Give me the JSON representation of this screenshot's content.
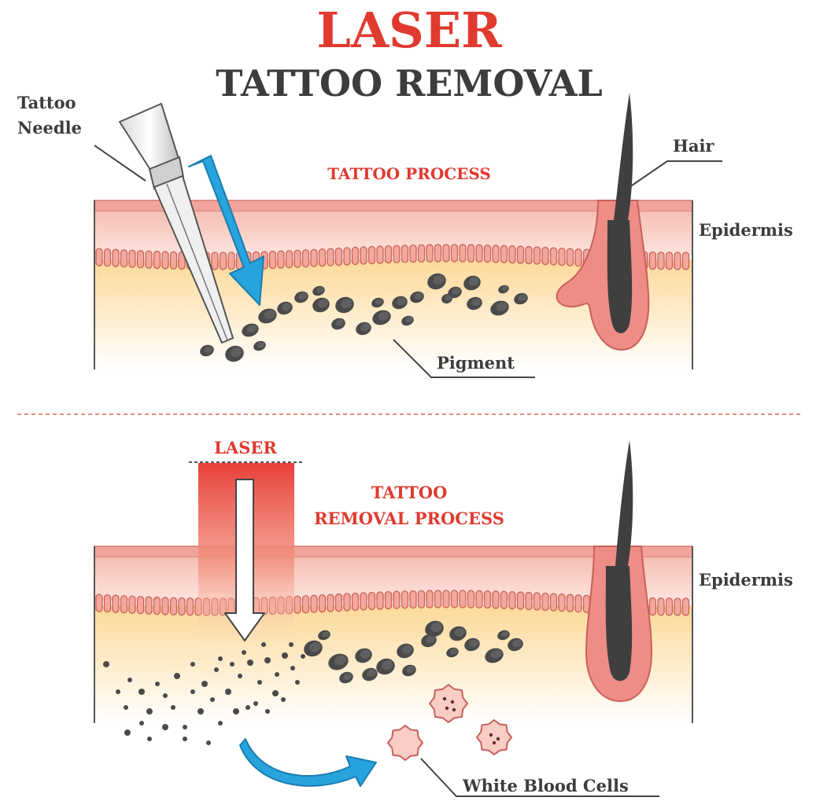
{
  "title": {
    "line1": "LASER",
    "line2": "TATTOO REMOVAL"
  },
  "top_panel": {
    "process_label": "TATTOO PROCESS",
    "needle_label_line1": "Tattoo",
    "needle_label_line2": "Needle",
    "hair_label": "Hair",
    "epidermis_label": "Epidermis",
    "pigment_label": "Pigment"
  },
  "bottom_panel": {
    "laser_label": "LASER",
    "process_label_line1": "TATTOO",
    "process_label_line2": "REMOVAL PROCESS",
    "epidermis_label": "Epidermis",
    "cells_label": "White Blood Cells"
  },
  "colors": {
    "title_red": "#e03a2f",
    "title_dark": "#3c3c3c",
    "skin_top": "#f7c9c0",
    "skin_line": "#e5817a",
    "dermis": "#fce2a8",
    "pigment": "#4a4a4a",
    "arrow_blue": "#27a3dd",
    "hair_follicle": "#e98880",
    "divider": "#ef8a7a"
  }
}
